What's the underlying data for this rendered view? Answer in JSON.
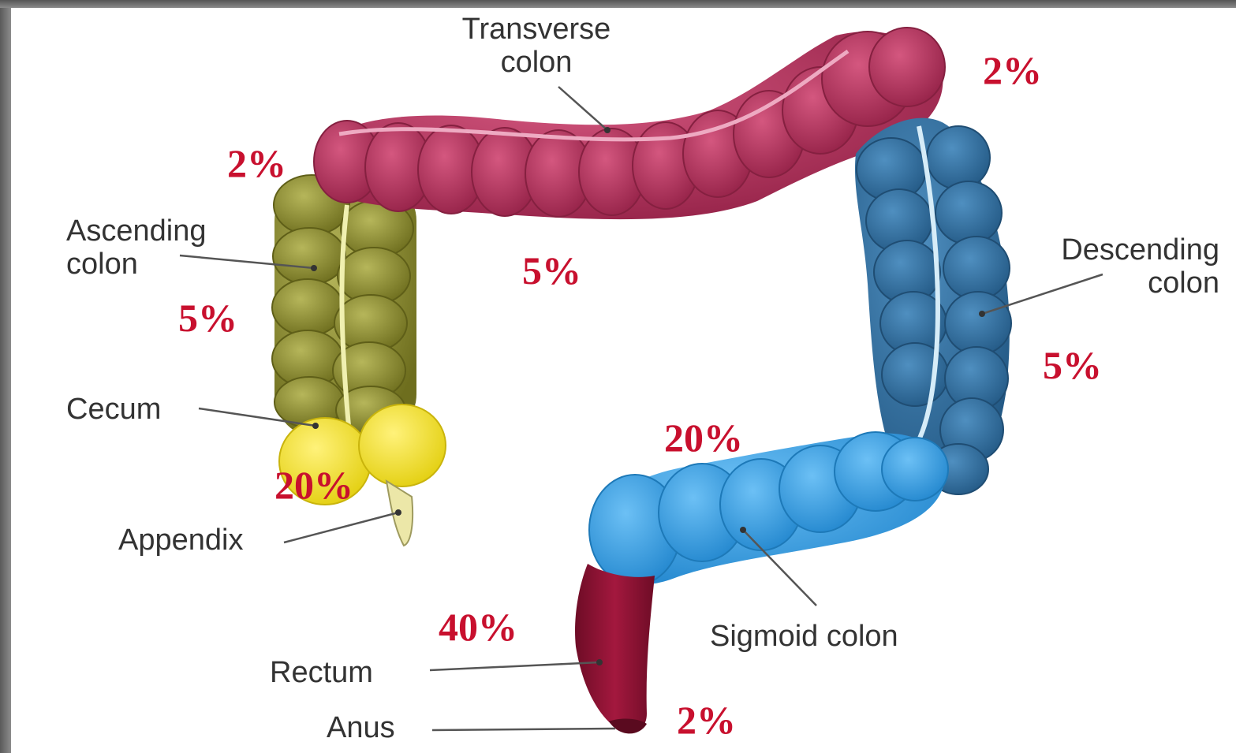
{
  "colors": {
    "background": "#ffffff",
    "label_text": "#333333",
    "percent_text": "#c8102e",
    "ascending": "#8a8a2e",
    "cecum": "#f2e52a",
    "transverse": "#b8315f",
    "descending": "#2f6fa0",
    "sigmoid": "#3c9fe0",
    "rectum": "#8c1235"
  },
  "labels": {
    "transverse_line1": "Transverse",
    "transverse_line2": "colon",
    "ascending_line1": "Ascending",
    "ascending_line2": "colon",
    "descending_line1": "Descending",
    "descending_line2": "colon",
    "cecum": "Cecum",
    "appendix": "Appendix",
    "sigmoid": "Sigmoid colon",
    "rectum": "Rectum",
    "anus": "Anus"
  },
  "percentages": {
    "hepatic_flexure": "2%",
    "splenic_flexure": "2%",
    "transverse": "5%",
    "ascending": "5%",
    "descending": "5%",
    "sigmoid": "20%",
    "cecum": "20%",
    "rectum": "40%",
    "anus": "2%"
  }
}
